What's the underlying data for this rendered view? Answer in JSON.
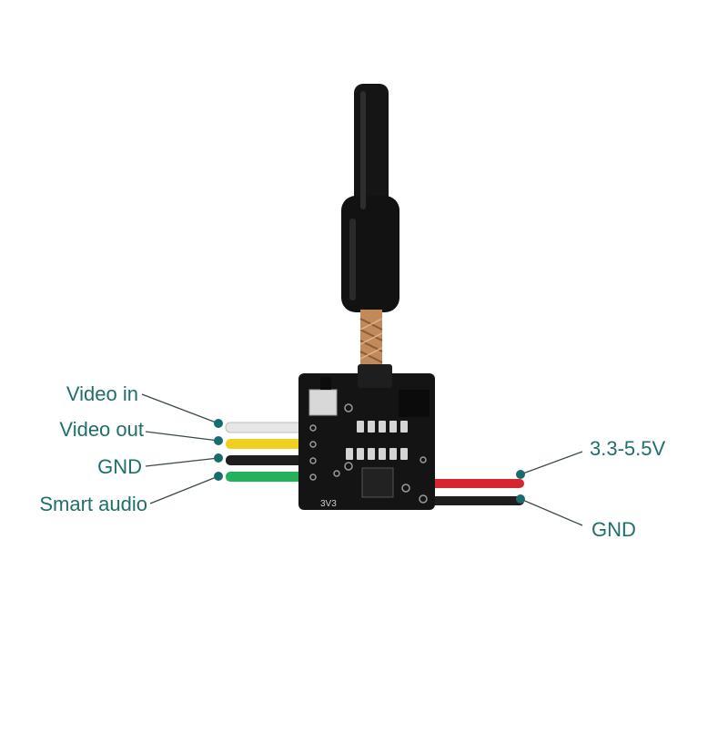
{
  "colors": {
    "label_text": "#1f6f6a",
    "leader_line": "#3c4a4a",
    "dot": "#1a6b6e",
    "wire_white": "#e6e6e6",
    "wire_yellow": "#f0cf1e",
    "wire_black": "#1e1e1e",
    "wire_green": "#22b35a",
    "wire_red": "#d7262d",
    "board": "#141414",
    "antenna": "#151515",
    "coax_copper": "#c08a5a"
  },
  "labels": {
    "video_in": "Video in",
    "video_out": "Video out",
    "gnd_left": "GND",
    "smart_audio": "Smart audio",
    "voltage": "3.3-5.5V",
    "gnd_right": "GND"
  },
  "board_marking": "3V3"
}
